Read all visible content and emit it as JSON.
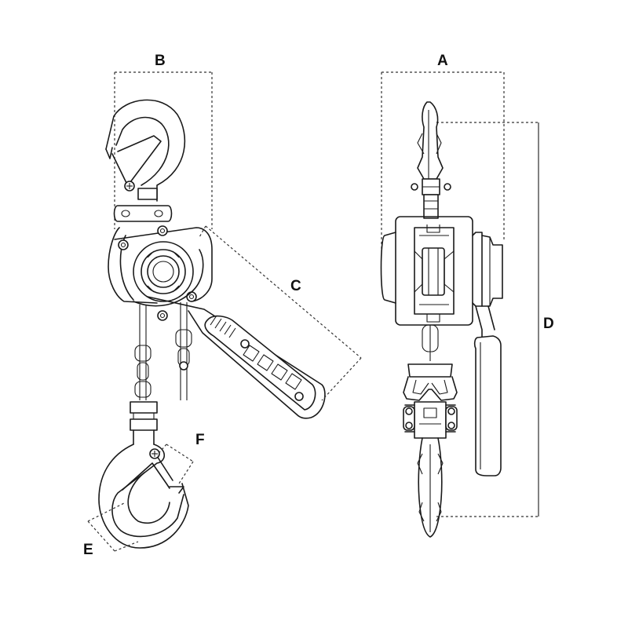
{
  "dimensions": {
    "A": "A",
    "B": "B",
    "C": "C",
    "D": "D",
    "E": "E",
    "F": "F"
  }
}
